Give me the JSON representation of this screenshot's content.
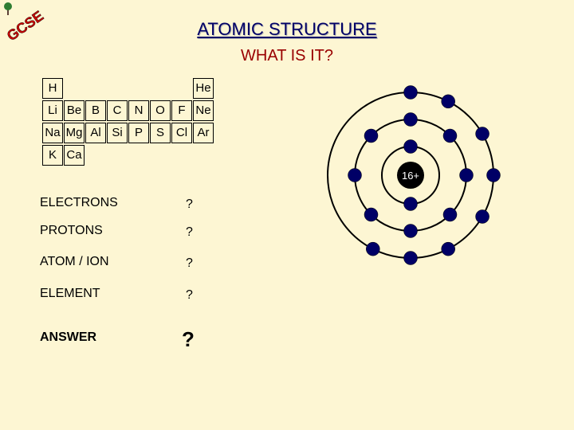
{
  "logo": {
    "text": "GCSE",
    "colors": {
      "letters": "#cc0000",
      "tree": "#2e7d32"
    }
  },
  "header": {
    "title": "ATOMIC STRUCTURE",
    "subtitle": "WHAT IS IT?"
  },
  "periodic_table": [
    [
      "H",
      "",
      "",
      "",
      "",
      "",
      "",
      "He"
    ],
    [
      "Li",
      "Be",
      "B",
      "C",
      "N",
      "O",
      "F",
      "Ne"
    ],
    [
      "Na",
      "Mg",
      "Al",
      "Si",
      "P",
      "S",
      "Cl",
      "Ar"
    ],
    [
      "K",
      "Ca",
      "",
      "",
      "",
      "",
      "",
      ""
    ]
  ],
  "questions": [
    {
      "label": "ELECTRONS",
      "value": "?"
    },
    {
      "label": "PROTONS",
      "value": "?"
    },
    {
      "label": "ATOM / ION",
      "value": "?"
    },
    {
      "label": "ELEMENT",
      "value": "?"
    }
  ],
  "answer": {
    "label": "ANSWER",
    "value": "?"
  },
  "atom": {
    "nucleus_label": "16+",
    "electron_shells": [
      2,
      8,
      8
    ],
    "colors": {
      "nucleus": "#000000",
      "electron": "#000066",
      "shell": "#000000"
    }
  }
}
